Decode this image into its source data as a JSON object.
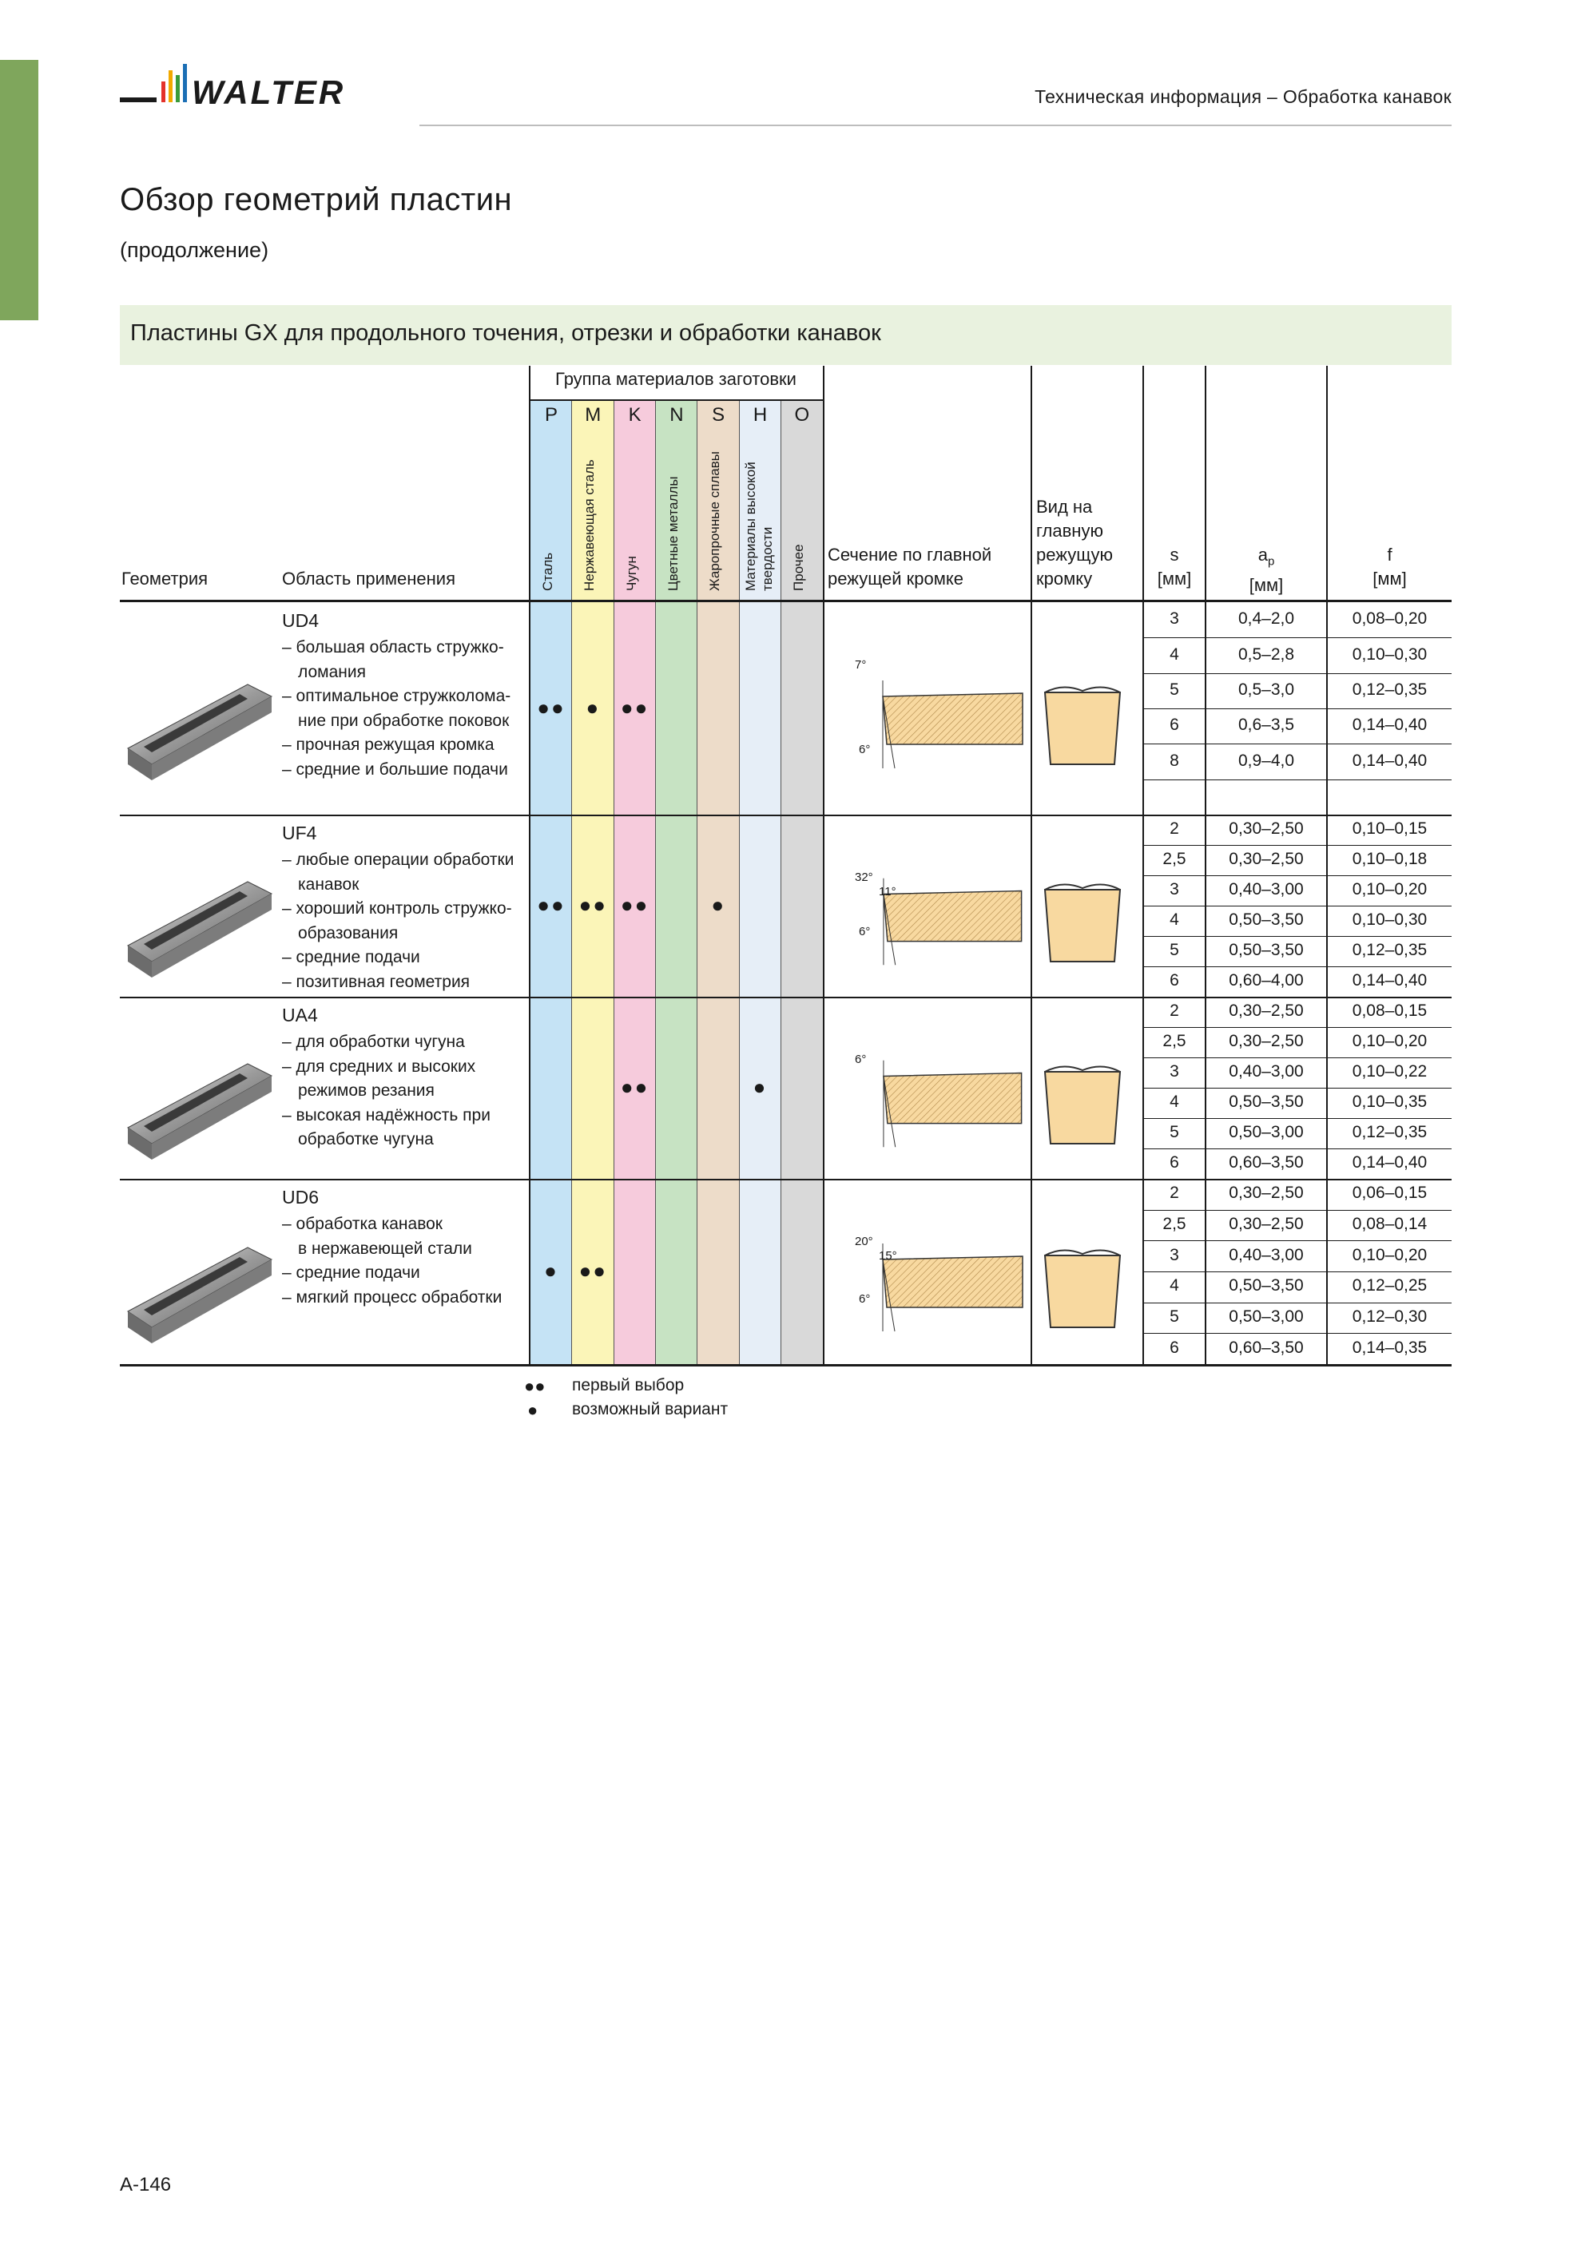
{
  "header": {
    "logo_text": "WALTER",
    "title": "Техническая информация – Обработка канавок"
  },
  "page": {
    "title": "Обзор геометрий пластин",
    "subtitle": "(продолжение)",
    "number": "A-146"
  },
  "section": {
    "title": "Пластины GX для продольного точения, отрезки и обработки канавок"
  },
  "table": {
    "headers": {
      "geometry": "Геометрия",
      "application": "Область применения",
      "material_group": "Группа материалов заготовки",
      "section": [
        "Сечение по главной",
        "режущей кромке"
      ],
      "view": [
        "Вид на",
        "главную",
        "режущую",
        "кромку"
      ],
      "s": [
        "s",
        "[мм]"
      ],
      "ap": [
        "a",
        "p",
        "[мм]"
      ],
      "f": [
        "f",
        "[мм]"
      ]
    },
    "materials": [
      {
        "letter": "P",
        "name": "Сталь",
        "color": "#c5e3f5"
      },
      {
        "letter": "M",
        "name": "Нержавеющая сталь",
        "color": "#fbf5b8"
      },
      {
        "letter": "K",
        "name": "Чугун",
        "color": "#f6cbdc"
      },
      {
        "letter": "N",
        "name": "Цветные металлы",
        "color": "#c7e3c3"
      },
      {
        "letter": "S",
        "name": "Жаропрочные сплавы",
        "color": "#eddcc9"
      },
      {
        "letter": "H",
        "name": "Материалы высокой твердости",
        "name_lines": [
          "Материалы высокой",
          "твердости"
        ],
        "color": "#e6eef7"
      },
      {
        "letter": "O",
        "name": "Прочее",
        "color": "#d9d9d9"
      }
    ],
    "rows": [
      {
        "geometry": "UD4",
        "application": [
          "– большая область стружко-",
          "ломания",
          "– оптимальное стружколома-",
          "ние при обработке поковок",
          "– прочная режущая кромка",
          "– средние и большие подачи"
        ],
        "dots": {
          "P": "●●",
          "M": "●",
          "K": "●●"
        },
        "angles": [
          "7°",
          "6°"
        ],
        "s": [
          "3",
          "4",
          "5",
          "6",
          "8"
        ],
        "ap": [
          "0,4–2,0",
          "0,5–2,8",
          "0,5–3,0",
          "0,6–3,5",
          "0,9–4,0"
        ],
        "f": [
          "0,08–0,20",
          "0,10–0,30",
          "0,12–0,35",
          "0,14–0,40",
          "0,14–0,40"
        ]
      },
      {
        "geometry": "UF4",
        "application": [
          "– любые операции обработки",
          "канавок",
          "– хороший контроль стружко-",
          "образования",
          "– средние подачи",
          "– позитивная геометрия"
        ],
        "dots": {
          "P": "●●",
          "M": "●●",
          "K": "●●",
          "S": "●"
        },
        "angles": [
          "32°",
          "11°",
          "6°"
        ],
        "s": [
          "2",
          "2,5",
          "3",
          "4",
          "5",
          "6"
        ],
        "ap": [
          "0,30–2,50",
          "0,30–2,50",
          "0,40–3,00",
          "0,50–3,50",
          "0,50–3,50",
          "0,60–4,00"
        ],
        "f": [
          "0,10–0,15",
          "0,10–0,18",
          "0,10–0,20",
          "0,10–0,30",
          "0,12–0,35",
          "0,14–0,40"
        ]
      },
      {
        "geometry": "UA4",
        "application": [
          "– для обработки чугуна",
          "– для средних и высоких",
          "режимов резания",
          "– высокая надёжность при",
          "обработке чугуна"
        ],
        "dots": {
          "K": "●●",
          "H": "●"
        },
        "angles": [
          "6°"
        ],
        "s": [
          "2",
          "2,5",
          "3",
          "4",
          "5",
          "6"
        ],
        "ap": [
          "0,30–2,50",
          "0,30–2,50",
          "0,40–3,00",
          "0,50–3,50",
          "0,50–3,00",
          "0,60–3,50"
        ],
        "f": [
          "0,08–0,15",
          "0,10–0,20",
          "0,10–0,22",
          "0,10–0,35",
          "0,12–0,35",
          "0,14–0,40"
        ]
      },
      {
        "geometry": "UD6",
        "application": [
          "– обработка канавок",
          "в нержавеющей стали",
          "– средние подачи",
          "– мягкий процесс обработки"
        ],
        "dots": {
          "P": "●",
          "M": "●●"
        },
        "angles": [
          "20°",
          "15°",
          "6°"
        ],
        "s": [
          "2",
          "2,5",
          "3",
          "4",
          "5",
          "6"
        ],
        "ap": [
          "0,30–2,50",
          "0,30–2,50",
          "0,40–3,00",
          "0,50–3,50",
          "0,50–3,00",
          "0,60–3,50"
        ],
        "f": [
          "0,06–0,15",
          "0,08–0,14",
          "0,10–0,20",
          "0,12–0,25",
          "0,12–0,30",
          "0,14–0,35"
        ]
      }
    ]
  },
  "legend": [
    {
      "symbol": "●●",
      "label": "первый выбор"
    },
    {
      "symbol": "●",
      "label": "возможный вариант"
    }
  ]
}
